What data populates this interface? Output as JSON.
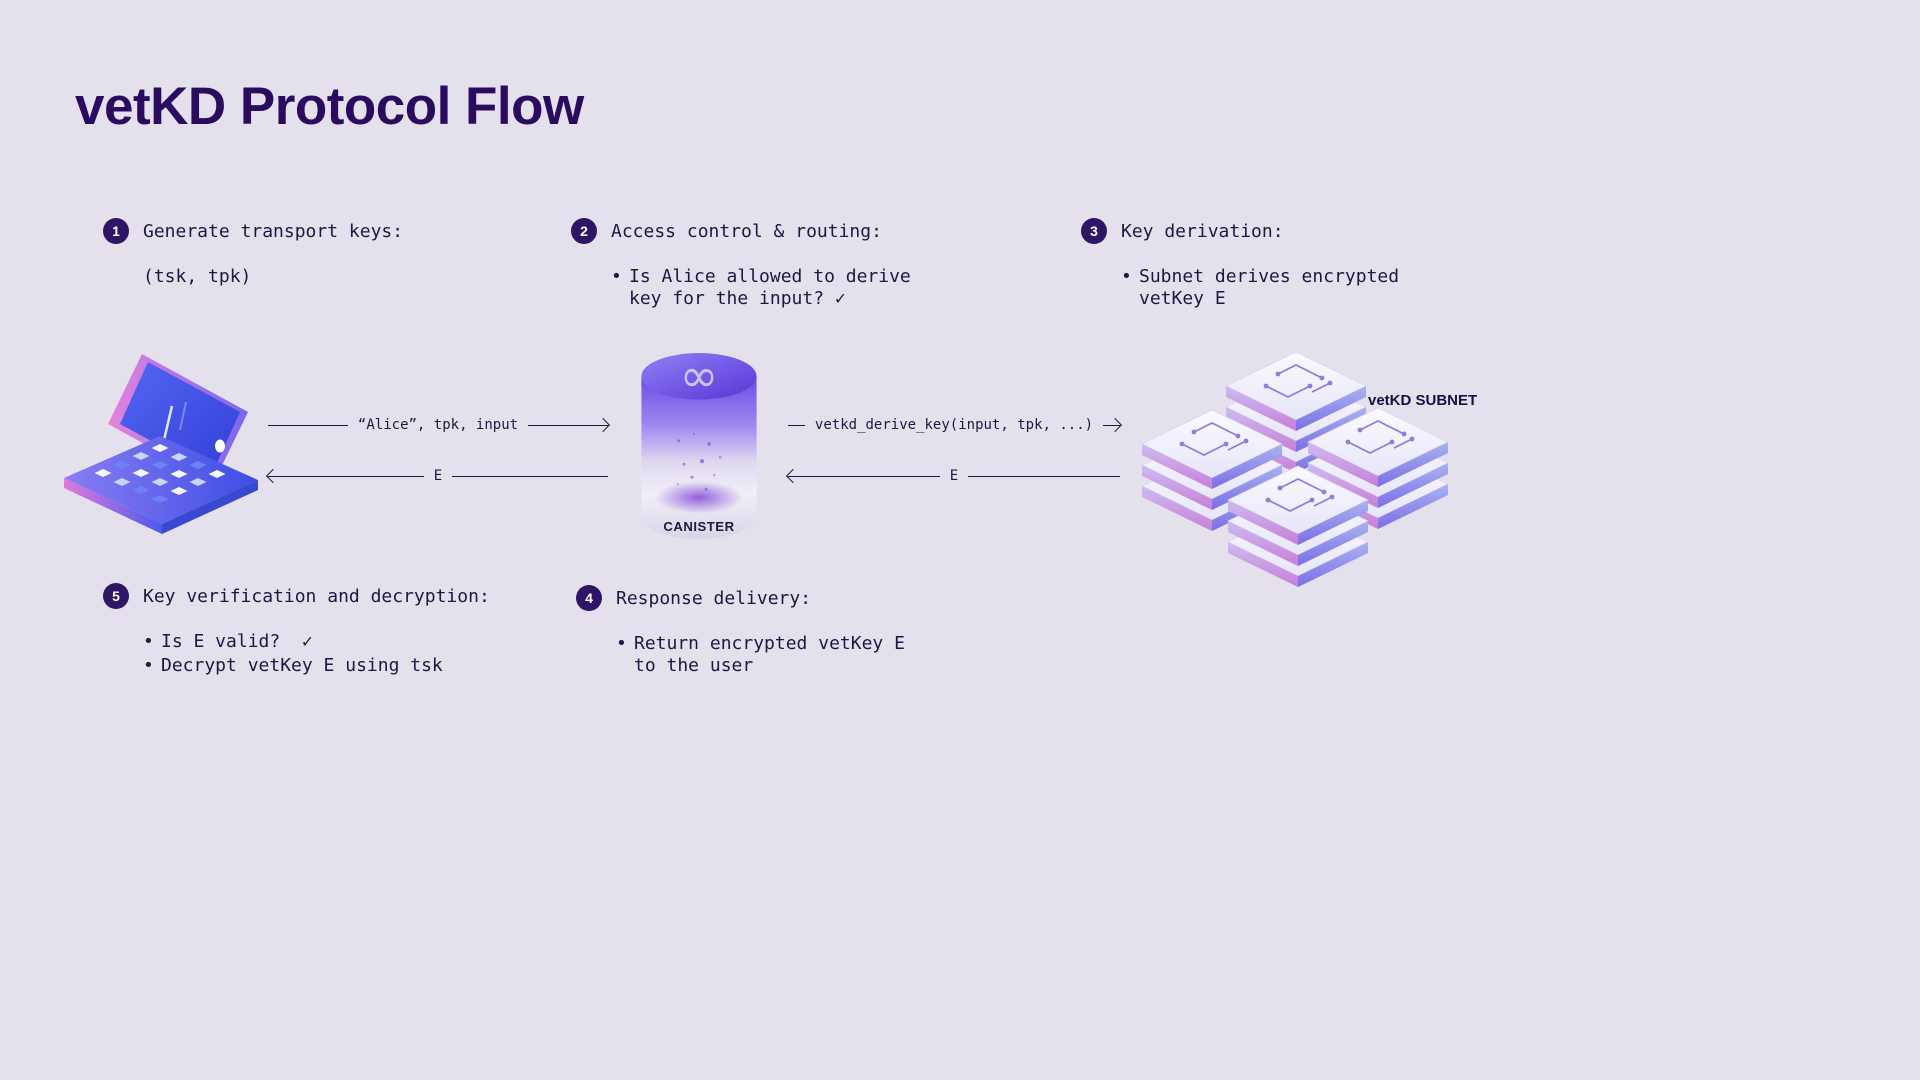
{
  "title": "vetKD Protocol Flow",
  "steps": [
    {
      "num": "1",
      "heading": "Generate transport keys:",
      "line": "(tsk, tpk)"
    },
    {
      "num": "2",
      "heading": "Access control & routing:",
      "bullets": [
        "Is Alice allowed to derive key for the input? ✓"
      ]
    },
    {
      "num": "3",
      "heading": "Key derivation:",
      "bullets": [
        "Subnet derives encrypted vetKey E"
      ]
    },
    {
      "num": "4",
      "heading": "Response delivery:",
      "bullets": [
        "Return encrypted vetKey E to the user"
      ]
    },
    {
      "num": "5",
      "heading": "Key verification and decryption:",
      "bullets": [
        "Is E valid?  ✓",
        "Decrypt vetKey E using tsk"
      ]
    }
  ],
  "arrows": {
    "user_to_canister": "“Alice”, tpk, input",
    "canister_to_user": "E",
    "canister_to_subnet": "vetkd_derive_key(input, tpk, ...)",
    "subnet_to_canister": "E"
  },
  "labels": {
    "canister": "CANISTER",
    "subnet": "vetKD SUBNET",
    "infinity": "∞"
  },
  "colors": {
    "background": "#e4e1ec",
    "title": "#2a0b60",
    "text": "#1d1743",
    "badge": "#2f1566",
    "accent_purple": "#6c4ce0"
  }
}
